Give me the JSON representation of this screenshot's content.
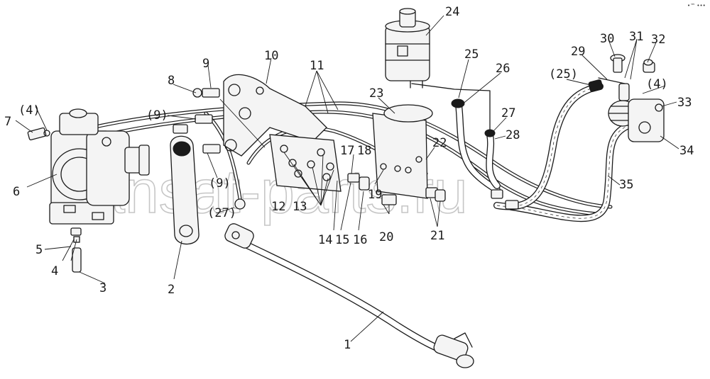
{
  "corner_mark": "•™ •••",
  "watermark": "ansat-parts.ru",
  "callouts": [
    {
      "id": "1",
      "text": "1"
    },
    {
      "id": "2",
      "text": "2"
    },
    {
      "id": "3",
      "text": "3"
    },
    {
      "id": "4",
      "text": "4"
    },
    {
      "id": "4p-left",
      "text": "(4)"
    },
    {
      "id": "4p-right",
      "text": "(4)"
    },
    {
      "id": "5",
      "text": "5"
    },
    {
      "id": "6",
      "text": "6"
    },
    {
      "id": "7",
      "text": "7"
    },
    {
      "id": "8",
      "text": "8"
    },
    {
      "id": "9",
      "text": "9"
    },
    {
      "id": "9p-upper",
      "text": "(9)"
    },
    {
      "id": "9p-lower",
      "text": "(9)"
    },
    {
      "id": "10",
      "text": "10"
    },
    {
      "id": "11",
      "text": "11"
    },
    {
      "id": "12",
      "text": "12"
    },
    {
      "id": "13",
      "text": "13"
    },
    {
      "id": "14",
      "text": "14"
    },
    {
      "id": "15",
      "text": "15"
    },
    {
      "id": "16",
      "text": "16"
    },
    {
      "id": "17",
      "text": "17"
    },
    {
      "id": "18",
      "text": "18"
    },
    {
      "id": "19",
      "text": "19"
    },
    {
      "id": "20",
      "text": "20"
    },
    {
      "id": "21",
      "text": "21"
    },
    {
      "id": "22",
      "text": "22"
    },
    {
      "id": "23",
      "text": "23"
    },
    {
      "id": "24",
      "text": "24"
    },
    {
      "id": "25",
      "text": "25"
    },
    {
      "id": "25p",
      "text": "(25)"
    },
    {
      "id": "26",
      "text": "26"
    },
    {
      "id": "27",
      "text": "27"
    },
    {
      "id": "27p",
      "text": "(27)"
    },
    {
      "id": "28",
      "text": "28"
    },
    {
      "id": "29",
      "text": "29"
    },
    {
      "id": "30",
      "text": "30"
    },
    {
      "id": "31",
      "text": "31"
    },
    {
      "id": "32",
      "text": "32"
    },
    {
      "id": "33",
      "text": "33"
    },
    {
      "id": "34",
      "text": "34"
    },
    {
      "id": "35",
      "text": "35"
    }
  ]
}
